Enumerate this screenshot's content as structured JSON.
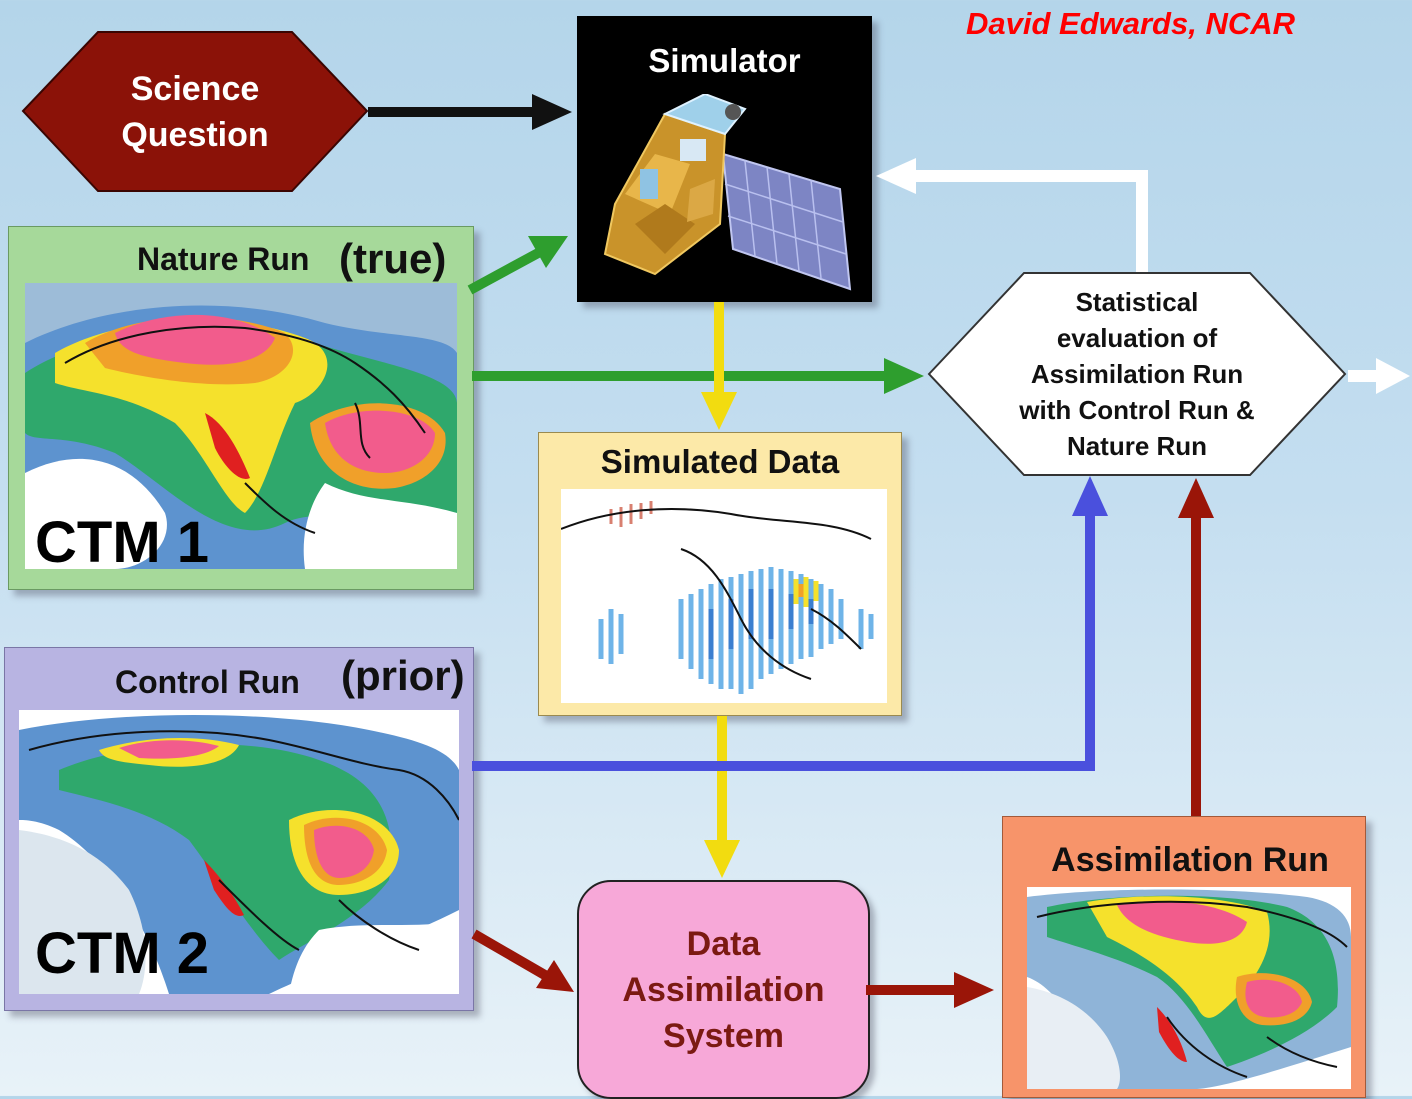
{
  "author": "David Edwards, NCAR",
  "science_question": {
    "line1": "Science",
    "line2": "Question"
  },
  "simulator": {
    "title": "Simulator"
  },
  "nature_run": {
    "title": "Nature Run",
    "qualifier": "(true)",
    "model": "CTM 1"
  },
  "control_run": {
    "title": "Control Run",
    "qualifier": "(prior)",
    "model": "CTM 2"
  },
  "simulated_data": {
    "title": "Simulated Data"
  },
  "statistical_evaluation": {
    "lines": [
      "Statistical",
      "evaluation of",
      "Assimilation Run",
      "with Control Run &",
      "Nature Run"
    ]
  },
  "data_assimilation": {
    "lines": [
      "Data",
      "Assimilation",
      "System"
    ]
  },
  "assimilation_run": {
    "title": "Assimilation Run"
  },
  "colors": {
    "science_question_fill": "#8b1208",
    "nature_panel": "#a6d99a",
    "control_panel": "#b8b4e2",
    "simulated_panel": "#fce9a8",
    "assimilation_panel": "#f7946a",
    "das_fill": "#f7a8d8",
    "arrow_black": "#111111",
    "arrow_green": "#2e9e2e",
    "arrow_yellow": "#f2dc10",
    "arrow_blue": "#4a50dd",
    "arrow_darkred": "#9a1508",
    "arrow_white": "#ffffff"
  }
}
